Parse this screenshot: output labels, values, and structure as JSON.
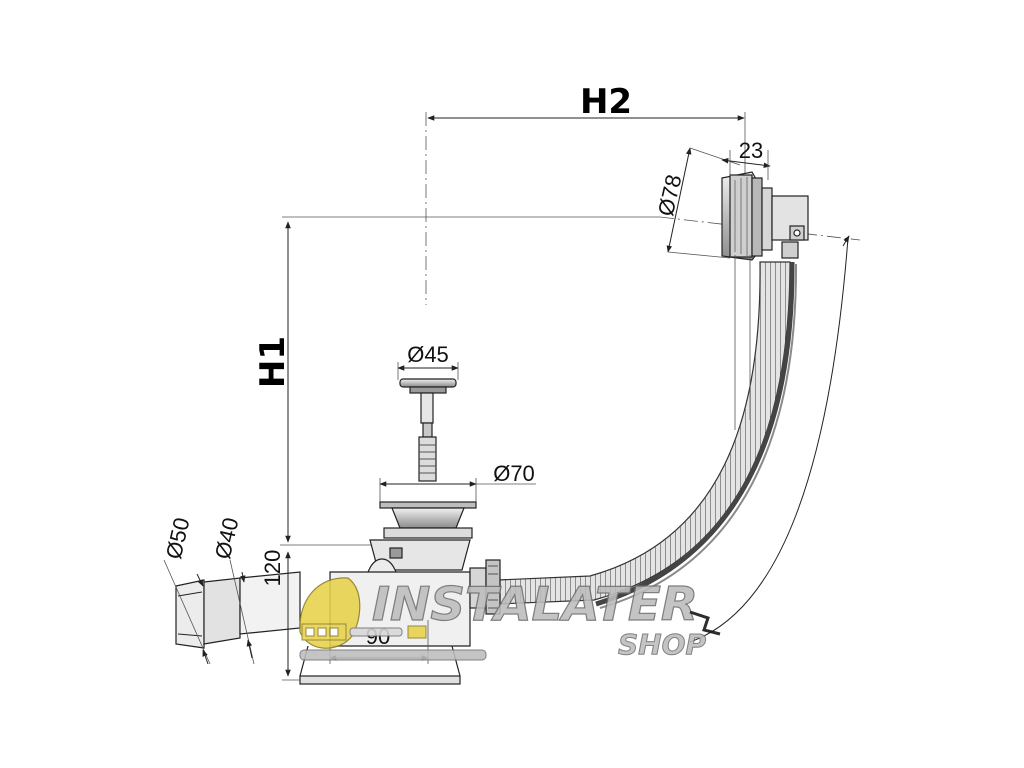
{
  "labels": {
    "h2": "H2",
    "h1": "H1",
    "d78": "Ø78",
    "w23": "23",
    "d45": "Ø45",
    "d70": "Ø70",
    "d50": "Ø50",
    "d40": "Ø40",
    "h120": "120",
    "w90": "90"
  },
  "logo": {
    "main": "INSTALATER",
    "sub": "SHOP"
  },
  "colors": {
    "line": "#222222",
    "metal": "#cfcfcf",
    "metal_dark": "#8a8a8a",
    "logo_yellow": "#e8d24a",
    "logo_gray": "#bdbdbd"
  }
}
